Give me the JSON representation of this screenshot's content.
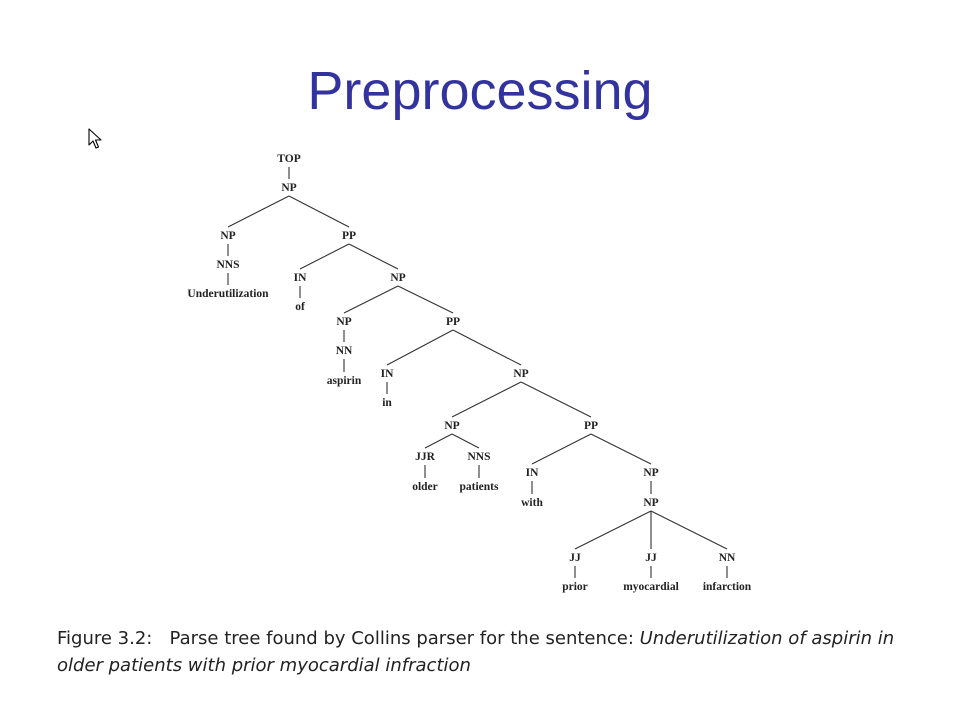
{
  "title": "Preprocessing",
  "caption": {
    "prefix": "Figure 3.2:",
    "text": "Parse tree found by Collins parser for the sentence:",
    "sentence": "Underutilization of aspirin in older patients with prior myocardial infraction"
  },
  "tree": {
    "nodes": [
      {
        "id": "top",
        "label": "TOP"
      },
      {
        "id": "np1",
        "label": "NP"
      },
      {
        "id": "np2",
        "label": "NP"
      },
      {
        "id": "pp1",
        "label": "PP"
      },
      {
        "id": "nns1",
        "label": "NNS"
      },
      {
        "id": "w_underutilization",
        "label": "Underutilization"
      },
      {
        "id": "in1",
        "label": "IN"
      },
      {
        "id": "w_of",
        "label": "of"
      },
      {
        "id": "np3",
        "label": "NP"
      },
      {
        "id": "np4",
        "label": "NP"
      },
      {
        "id": "pp2",
        "label": "PP"
      },
      {
        "id": "nn1",
        "label": "NN"
      },
      {
        "id": "w_aspirin",
        "label": "aspirin"
      },
      {
        "id": "in2",
        "label": "IN"
      },
      {
        "id": "w_in",
        "label": "in"
      },
      {
        "id": "np5",
        "label": "NP"
      },
      {
        "id": "np6",
        "label": "NP"
      },
      {
        "id": "pp3",
        "label": "PP"
      },
      {
        "id": "jjr",
        "label": "JJR"
      },
      {
        "id": "nns2",
        "label": "NNS"
      },
      {
        "id": "w_older",
        "label": "older"
      },
      {
        "id": "w_patients",
        "label": "patients"
      },
      {
        "id": "in3",
        "label": "IN"
      },
      {
        "id": "w_with",
        "label": "with"
      },
      {
        "id": "np7",
        "label": "NP"
      },
      {
        "id": "np8",
        "label": "NP"
      },
      {
        "id": "jj1",
        "label": "JJ"
      },
      {
        "id": "jj2",
        "label": "JJ"
      },
      {
        "id": "nn2",
        "label": "NN"
      },
      {
        "id": "w_prior",
        "label": "prior"
      },
      {
        "id": "w_myocardial",
        "label": "myocardial"
      },
      {
        "id": "w_infarction",
        "label": "infarction"
      }
    ],
    "edges": [
      [
        "top",
        "np1"
      ],
      [
        "np1",
        "np2"
      ],
      [
        "np1",
        "pp1"
      ],
      [
        "np2",
        "nns1"
      ],
      [
        "nns1",
        "w_underutilization"
      ],
      [
        "pp1",
        "in1"
      ],
      [
        "pp1",
        "np3"
      ],
      [
        "in1",
        "w_of"
      ],
      [
        "np3",
        "np4"
      ],
      [
        "np3",
        "pp2"
      ],
      [
        "np4",
        "nn1"
      ],
      [
        "nn1",
        "w_aspirin"
      ],
      [
        "pp2",
        "in2"
      ],
      [
        "pp2",
        "np5"
      ],
      [
        "in2",
        "w_in"
      ],
      [
        "np5",
        "np6"
      ],
      [
        "np5",
        "pp3"
      ],
      [
        "np6",
        "jjr"
      ],
      [
        "np6",
        "nns2"
      ],
      [
        "jjr",
        "w_older"
      ],
      [
        "nns2",
        "w_patients"
      ],
      [
        "pp3",
        "in3"
      ],
      [
        "pp3",
        "np7"
      ],
      [
        "in3",
        "w_with"
      ],
      [
        "np7",
        "np8"
      ],
      [
        "np8",
        "jj1"
      ],
      [
        "np8",
        "jj2"
      ],
      [
        "np8",
        "nn2"
      ],
      [
        "jj1",
        "w_prior"
      ],
      [
        "jj2",
        "w_myocardial"
      ],
      [
        "nn2",
        "w_infarction"
      ]
    ]
  }
}
